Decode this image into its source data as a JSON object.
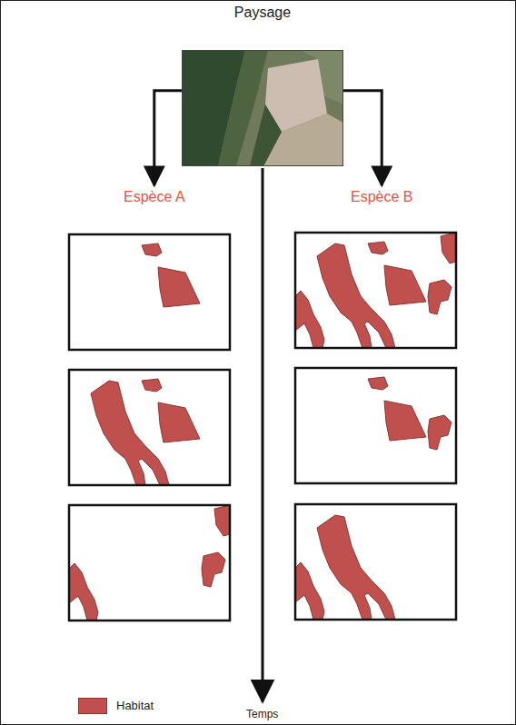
{
  "diagram": {
    "nodes": [
      {
        "text": [
          "Paysage"
        ]
      },
      {
        "text": [
          "Espèce A"
        ]
      },
      {
        "text": [
          "Espèce B"
        ]
      }
    ],
    "edges": [
      {
        "from": 0,
        "to": 1,
        "arrow": "to"
      },
      {
        "from": 0,
        "to": 2,
        "arrow": "to"
      }
    ],
    "labels": [
      "Temps"
    ],
    "legend": [
      {
        "text": "Habitat",
        "color": "#c0504d"
      }
    ]
  }
}
